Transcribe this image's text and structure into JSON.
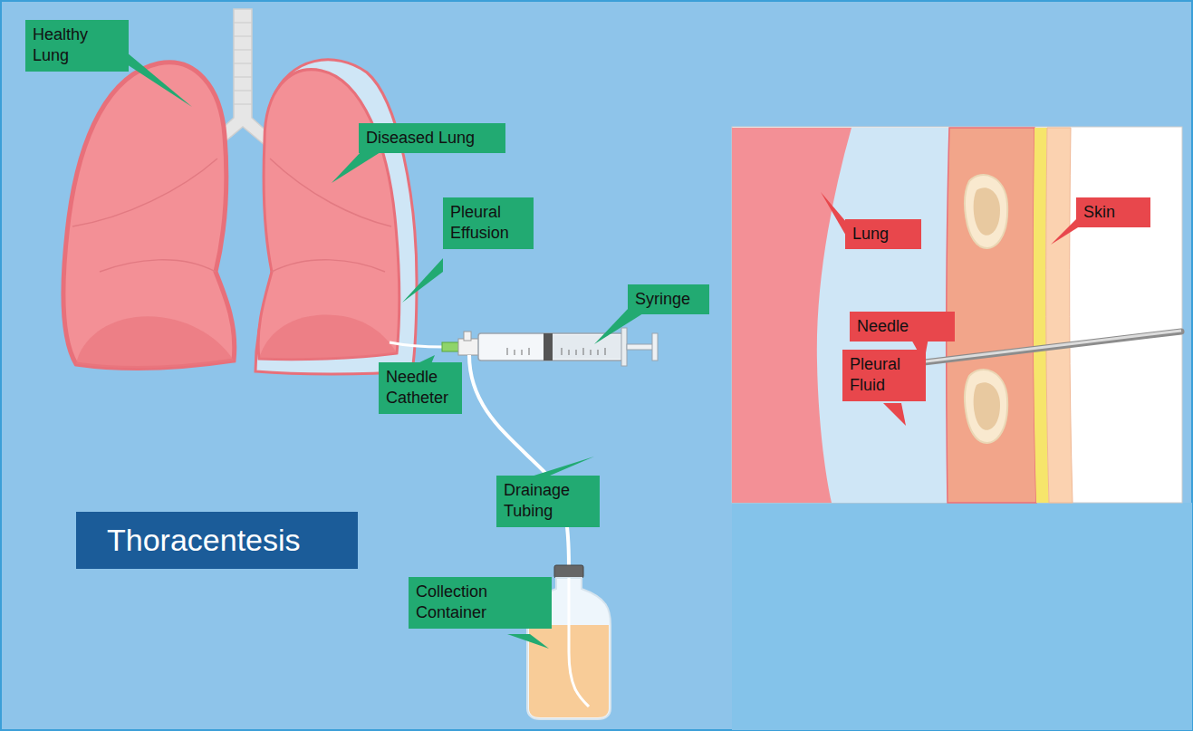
{
  "diagram": {
    "title": "Thoracentesis",
    "nodes": [
      {
        "text": [
          "Healthy Lung"
        ]
      },
      {
        "text": [
          "Diseased Lung"
        ]
      },
      {
        "text": [
          "Pleural Effusion"
        ]
      },
      {
        "text": [
          "Syringe"
        ]
      },
      {
        "text": [
          "Needle Catheter"
        ]
      },
      {
        "text": [
          "Drainage Tubing"
        ]
      },
      {
        "text": [
          "Collection Container"
        ]
      },
      {
        "text": [
          "Lung"
        ]
      },
      {
        "text": [
          "Skin"
        ]
      },
      {
        "text": [
          "Needle"
        ]
      },
      {
        "text": [
          "Pleural Fluid"
        ]
      }
    ]
  }
}
